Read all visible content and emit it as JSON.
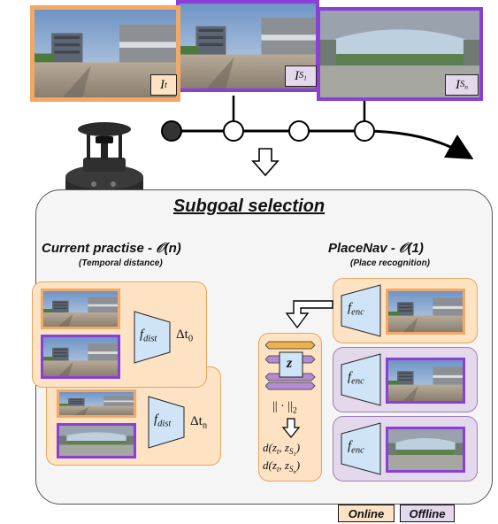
{
  "top_images": {
    "current_label": "I",
    "current_sub": "t",
    "s1_label": "I",
    "s1_sub": "S",
    "s1_subsub": "1",
    "sn_label": "I",
    "sn_sub": "S",
    "sn_subsub": "n"
  },
  "section_title": "Subgoal selection",
  "left_column": {
    "title": "Current practise - 𝒪(n)",
    "subtitle": "(Temporal distance)",
    "f_dist_1": "f",
    "f_dist_1_sub": "dist",
    "delta_1": "Δt",
    "delta_1_sub": "0",
    "f_dist_2": "f",
    "f_dist_2_sub": "dist",
    "delta_2": "Δt",
    "delta_2_sub": "n"
  },
  "right_column": {
    "title": "PlaceNav - 𝒪(1)",
    "subtitle": "(Place recognition)",
    "f_enc_1": "f",
    "f_enc_1_sub": "enc",
    "f_enc_2": "f",
    "f_enc_2_sub": "enc",
    "f_enc_3": "f",
    "f_enc_3_sub": "enc"
  },
  "compare": {
    "z_label": "z",
    "norm_label": "|| · ||",
    "norm_sub": "2",
    "d1": "d(z",
    "d1_a": "t",
    "d1_mid": ", z",
    "d1_b": "S",
    "d1_bb": "1",
    "d1_end": ")",
    "d2": "d(z",
    "d2_a": "t",
    "d2_mid": ", z",
    "d2_b": "S",
    "d2_bb": "n",
    "d2_end": ")"
  },
  "legend": {
    "online": "Online",
    "offline": "Offline"
  },
  "colors": {
    "online_fill": "#fde3c4",
    "online_border": "#f2a866",
    "offline_fill": "#e4d8ec",
    "offline_border": "#8a3fd6",
    "encoder_fill": "#cfe4f7"
  }
}
